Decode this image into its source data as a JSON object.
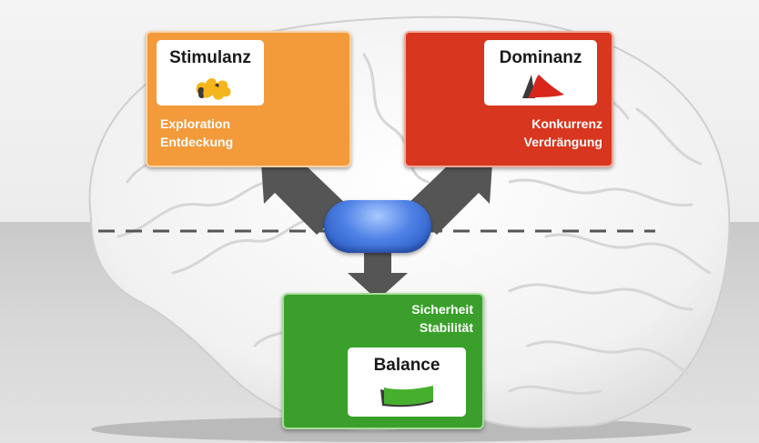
{
  "boxes": {
    "stimulanz": {
      "title": "Stimulanz",
      "lines": [
        "Exploration",
        "Entdeckung"
      ],
      "color": "#f39a3a"
    },
    "dominanz": {
      "title": "Dominanz",
      "lines": [
        "Konkurrenz",
        "Verdrängung"
      ],
      "color": "#d8361e"
    },
    "balance": {
      "title": "Balance",
      "lines": [
        "Sicherheit",
        "Stabilität"
      ],
      "color": "#3aa02b"
    }
  },
  "center_node": {
    "color": "#4f82e6"
  },
  "arrows": [
    {
      "from": "center_node",
      "to": "stimulanz"
    },
    {
      "from": "center_node",
      "to": "dominanz"
    },
    {
      "from": "center_node",
      "to": "balance"
    }
  ],
  "divider": {
    "style": "dashed"
  },
  "icons": [
    "stimulanz-glyph-icon",
    "dominanz-glyph-icon",
    "balance-glyph-icon"
  ]
}
